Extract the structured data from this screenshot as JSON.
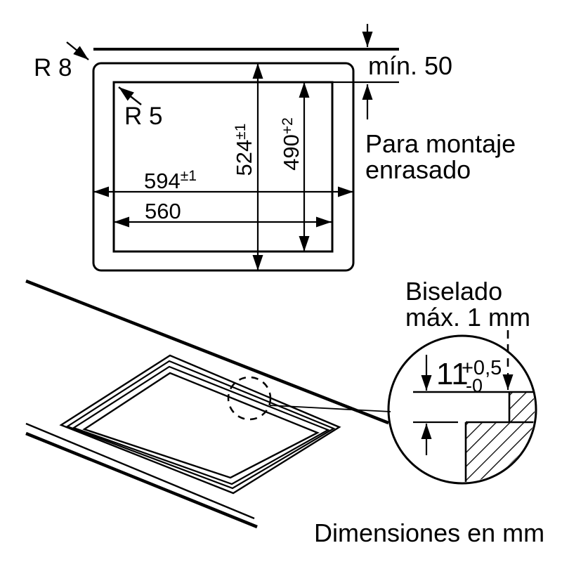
{
  "drawing": {
    "background": "#ffffff",
    "ink": "#000000",
    "top_view": {
      "radius_outer_label": "R 8",
      "radius_inner_label": "R 5",
      "outer_width_value": "594",
      "outer_width_tolerance": "±1",
      "inner_width_value": "560",
      "outer_height_value": "524",
      "outer_height_tolerance": "±1",
      "inner_height_value": "490",
      "inner_height_tolerance": "+2",
      "min_distance_label": "mín. 50",
      "mounting_note_line1": "Para montaje",
      "mounting_note_line2": "enrasado"
    },
    "detail_view": {
      "bevel_note_line1": "Biselado",
      "bevel_note_line2": "máx. 1 mm",
      "depth_value": "11",
      "depth_tolerance_upper": "+0,5",
      "depth_tolerance_lower": "-0"
    },
    "footer_note": "Dimensiones en mm"
  }
}
